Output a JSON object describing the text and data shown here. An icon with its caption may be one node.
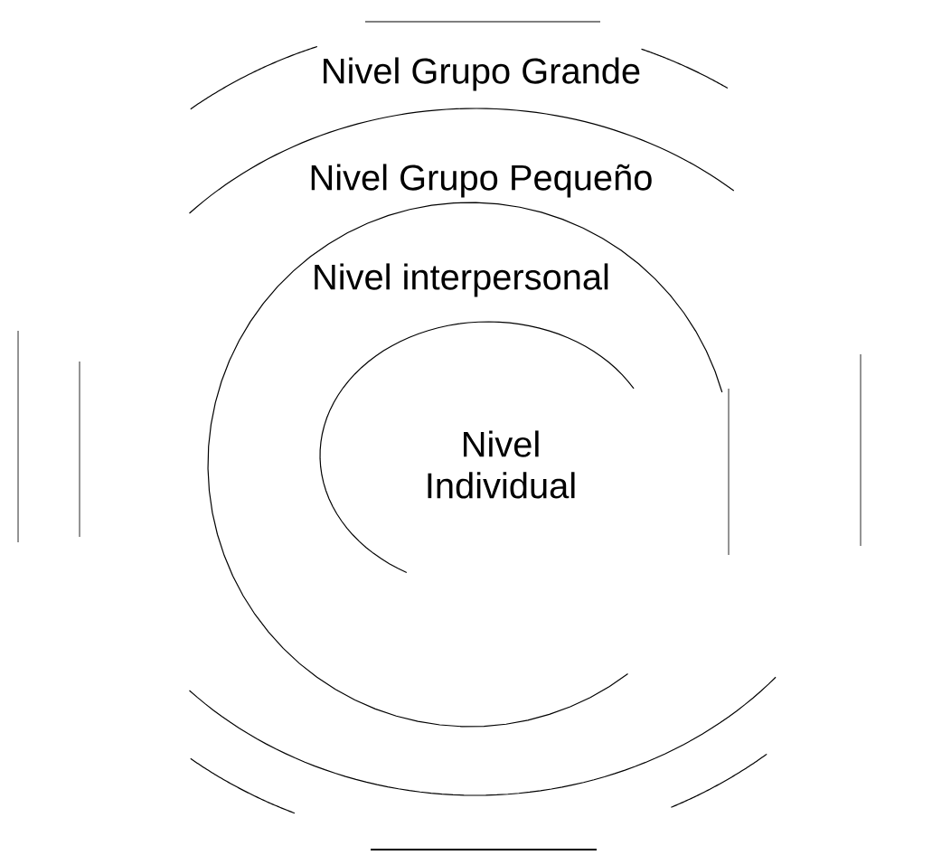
{
  "diagram": {
    "nodes": [
      {
        "text": [
          "Nivel Grupo Grande"
        ]
      },
      {
        "text": [
          "Nivel Grupo Pequeño"
        ],
        "in": 0
      },
      {
        "text": [
          "Nivel interpersonal"
        ],
        "in": 1
      },
      {
        "text": [
          "Nivel Individual"
        ],
        "in": 2
      }
    ]
  }
}
